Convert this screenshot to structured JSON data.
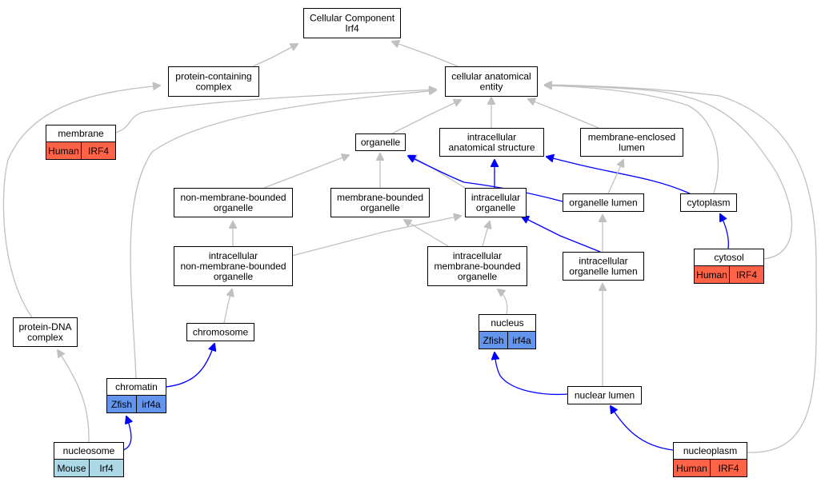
{
  "colors": {
    "human": "#ff6347",
    "zfish": "#6495ed",
    "mouse": "#add8e6",
    "is_a_edge": "#c0c0c0",
    "part_of_edge": "#0000ff"
  },
  "nodes": {
    "root": {
      "lines": [
        "Cellular Component",
        "Irf4"
      ]
    },
    "protein_containing_complex": {
      "lines": [
        "protein-containing",
        "complex"
      ]
    },
    "cellular_anatomical_entity": {
      "lines": [
        "cellular anatomical",
        "entity"
      ]
    },
    "membrane": {
      "lines": [
        "membrane"
      ],
      "badges": [
        {
          "species": "Human",
          "gene": "IRF4",
          "color": "#ff6347"
        }
      ]
    },
    "organelle": {
      "lines": [
        "organelle"
      ]
    },
    "intracellular_anatomical_structure": {
      "lines": [
        "intracellular",
        "anatomical structure"
      ]
    },
    "membrane_enclosed_lumen": {
      "lines": [
        "membrane-enclosed",
        "lumen"
      ]
    },
    "non_membrane_bounded_organelle": {
      "lines": [
        "non-membrane-bounded",
        "organelle"
      ]
    },
    "membrane_bounded_organelle": {
      "lines": [
        "membrane-bounded",
        "organelle"
      ]
    },
    "intracellular_organelle": {
      "lines": [
        "intracellular",
        "organelle"
      ]
    },
    "organelle_lumen": {
      "lines": [
        "organelle lumen"
      ]
    },
    "cytoplasm": {
      "lines": [
        "cytoplasm"
      ]
    },
    "intracellular_nmb_organelle": {
      "lines": [
        "intracellular",
        "non-membrane-bounded",
        "organelle"
      ]
    },
    "intracellular_mb_organelle": {
      "lines": [
        "intracellular",
        "membrane-bounded",
        "organelle"
      ]
    },
    "intracellular_organelle_lumen": {
      "lines": [
        "intracellular",
        "organelle lumen"
      ]
    },
    "cytosol": {
      "lines": [
        "cytosol"
      ],
      "badges": [
        {
          "species": "Human",
          "gene": "IRF4",
          "color": "#ff6347"
        }
      ]
    },
    "protein_dna_complex": {
      "lines": [
        "protein-DNA",
        "complex"
      ]
    },
    "chromosome": {
      "lines": [
        "chromosome"
      ]
    },
    "nucleus": {
      "lines": [
        "nucleus"
      ],
      "badges": [
        {
          "species": "Zfish",
          "gene": "irf4a",
          "color": "#6495ed"
        }
      ]
    },
    "chromatin": {
      "lines": [
        "chromatin"
      ],
      "badges": [
        {
          "species": "Zfish",
          "gene": "irf4a",
          "color": "#6495ed"
        }
      ]
    },
    "nuclear_lumen": {
      "lines": [
        "nuclear lumen"
      ]
    },
    "nucleosome": {
      "lines": [
        "nucleosome"
      ],
      "badges": [
        {
          "species": "Mouse",
          "gene": "Irf4",
          "color": "#add8e6"
        }
      ]
    },
    "nucleoplasm": {
      "lines": [
        "nucleoplasm"
      ],
      "badges": [
        {
          "species": "Human",
          "gene": "IRF4",
          "color": "#ff6347"
        }
      ]
    }
  },
  "edges": [
    {
      "from": "protein_containing_complex",
      "to": "root",
      "type": "is_a"
    },
    {
      "from": "cellular_anatomical_entity",
      "to": "root",
      "type": "is_a"
    },
    {
      "from": "membrane",
      "to": "cellular_anatomical_entity",
      "type": "is_a"
    },
    {
      "from": "organelle",
      "to": "cellular_anatomical_entity",
      "type": "is_a"
    },
    {
      "from": "intracellular_anatomical_structure",
      "to": "cellular_anatomical_entity",
      "type": "is_a"
    },
    {
      "from": "membrane_enclosed_lumen",
      "to": "cellular_anatomical_entity",
      "type": "is_a"
    },
    {
      "from": "cytoplasm",
      "to": "cellular_anatomical_entity",
      "type": "is_a"
    },
    {
      "from": "cytosol",
      "to": "cellular_anatomical_entity",
      "type": "is_a"
    },
    {
      "from": "nucleoplasm",
      "to": "cellular_anatomical_entity",
      "type": "is_a"
    },
    {
      "from": "chromatin",
      "to": "cellular_anatomical_entity",
      "type": "is_a"
    },
    {
      "from": "protein_dna_complex",
      "to": "protein_containing_complex",
      "type": "is_a"
    },
    {
      "from": "non_membrane_bounded_organelle",
      "to": "organelle",
      "type": "is_a"
    },
    {
      "from": "membrane_bounded_organelle",
      "to": "organelle",
      "type": "is_a"
    },
    {
      "from": "intracellular_organelle",
      "to": "organelle",
      "type": "is_a"
    },
    {
      "from": "organelle_lumen",
      "to": "organelle",
      "type": "part_of"
    },
    {
      "from": "intracellular_organelle",
      "to": "intracellular_anatomical_structure",
      "type": "part_of"
    },
    {
      "from": "cytoplasm",
      "to": "intracellular_anatomical_structure",
      "type": "part_of"
    },
    {
      "from": "organelle_lumen",
      "to": "membrane_enclosed_lumen",
      "type": "is_a"
    },
    {
      "from": "intracellular_nmb_organelle",
      "to": "non_membrane_bounded_organelle",
      "type": "is_a"
    },
    {
      "from": "intracellular_nmb_organelle",
      "to": "intracellular_organelle",
      "type": "is_a"
    },
    {
      "from": "intracellular_mb_organelle",
      "to": "membrane_bounded_organelle",
      "type": "is_a"
    },
    {
      "from": "intracellular_mb_organelle",
      "to": "intracellular_organelle",
      "type": "is_a"
    },
    {
      "from": "intracellular_organelle_lumen",
      "to": "intracellular_organelle",
      "type": "part_of"
    },
    {
      "from": "intracellular_organelle_lumen",
      "to": "organelle_lumen",
      "type": "is_a"
    },
    {
      "from": "cytosol",
      "to": "cytoplasm",
      "type": "part_of"
    },
    {
      "from": "chromosome",
      "to": "intracellular_nmb_organelle",
      "type": "is_a"
    },
    {
      "from": "nucleus",
      "to": "intracellular_mb_organelle",
      "type": "is_a"
    },
    {
      "from": "nuclear_lumen",
      "to": "intracellular_organelle_lumen",
      "type": "is_a"
    },
    {
      "from": "nuclear_lumen",
      "to": "nucleus",
      "type": "part_of"
    },
    {
      "from": "chromatin",
      "to": "chromosome",
      "type": "part_of"
    },
    {
      "from": "nucleosome",
      "to": "protein_dna_complex",
      "type": "is_a"
    },
    {
      "from": "nucleosome",
      "to": "chromatin",
      "type": "part_of"
    },
    {
      "from": "nucleoplasm",
      "to": "nuclear_lumen",
      "type": "part_of"
    }
  ]
}
